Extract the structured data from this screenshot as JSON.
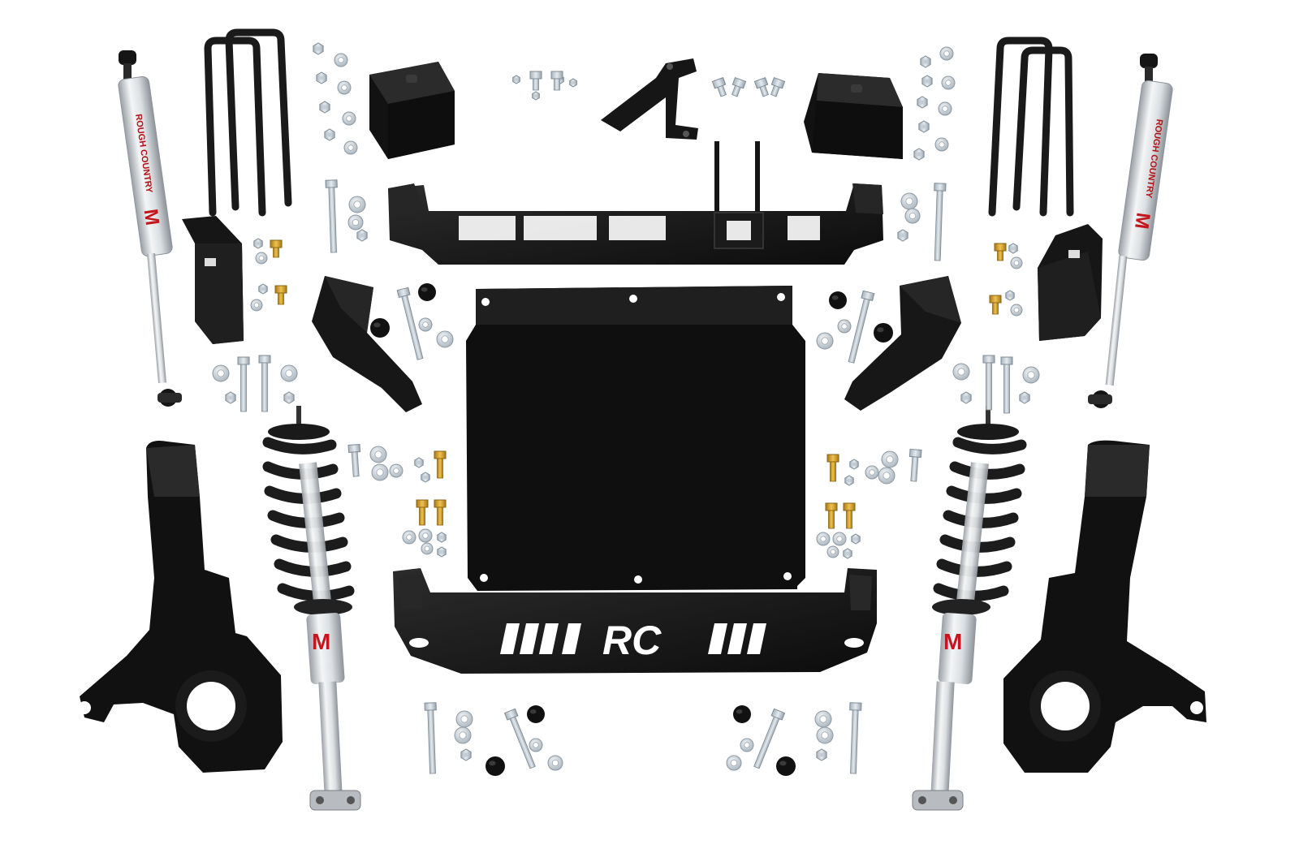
{
  "photo": {
    "background": "#ffffff",
    "colors": {
      "steel_black": "#141414",
      "steel_dark": "#222222",
      "zinc": "#cfd6dc",
      "zinc_dark": "#9ea8b0",
      "brass": "#d8a12a",
      "brass_dark": "#a8791a",
      "chrome": "#e7e9eb",
      "chrome_dark": "#a9adb1",
      "shock_red": "#c4161c",
      "spring": "#1f1f1f"
    },
    "branding": {
      "skid_plate_cutout": "RC",
      "shock_logo_letter": "M",
      "rear_shock_text": "ROUGH COUNTRY"
    }
  }
}
